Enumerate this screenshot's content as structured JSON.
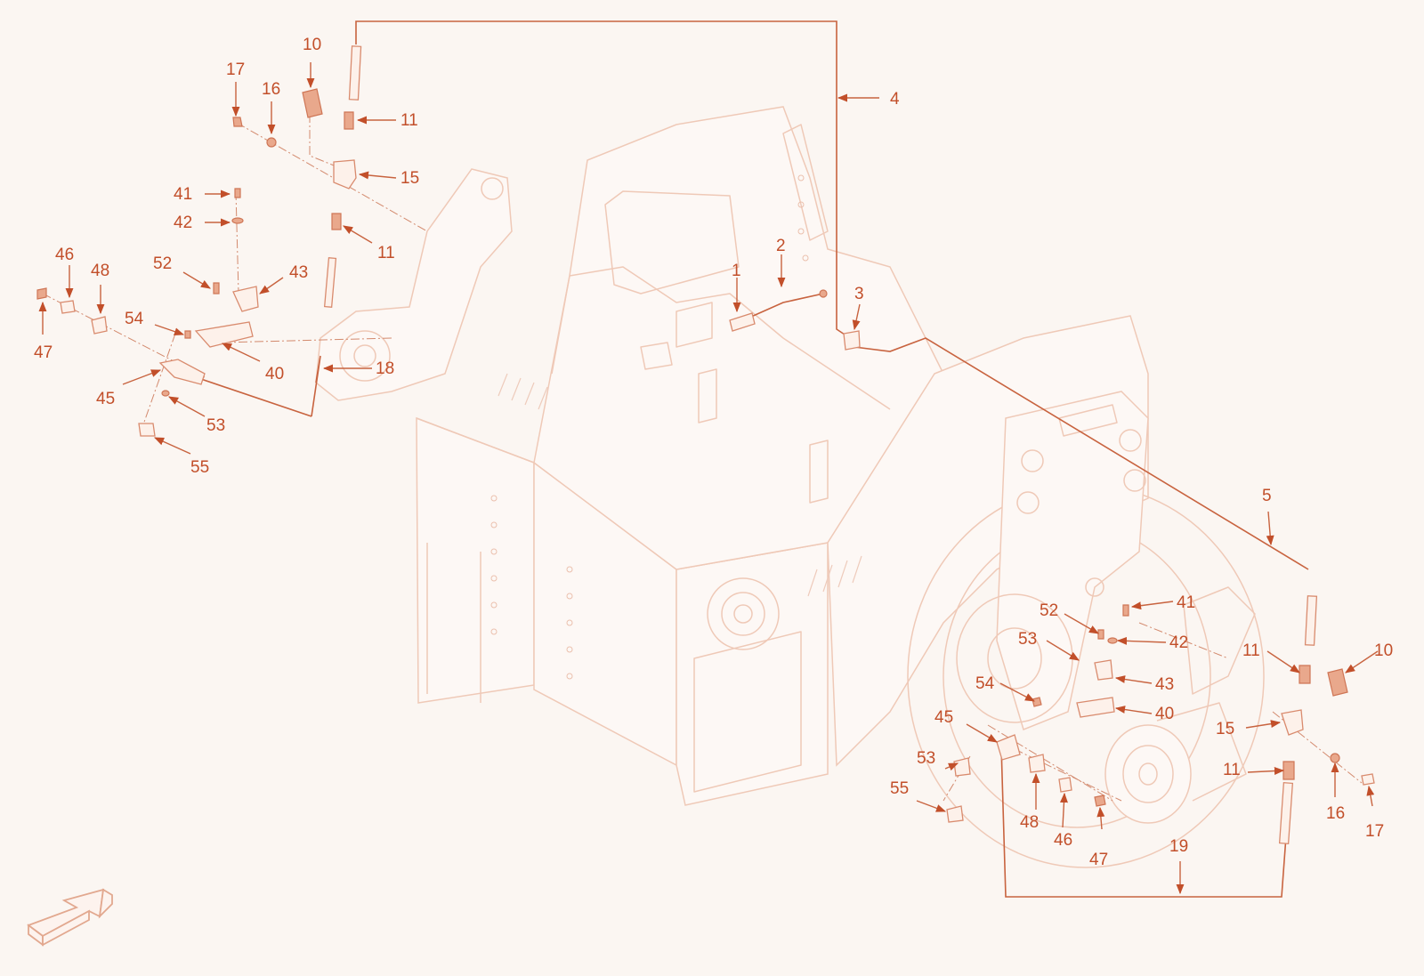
{
  "diagram": {
    "line_color": "#c8633f",
    "callout_color": "#c24f2a",
    "frame_color": "#efc9b7",
    "background": "#fbf6f2"
  },
  "callouts": {
    "c1": "1",
    "c2": "2",
    "c3": "3",
    "c4": "4",
    "c5": "5",
    "l_10": "10",
    "l_17": "17",
    "l_16": "16",
    "l_11a": "11",
    "l_15": "15",
    "l_41": "41",
    "l_42": "42",
    "l_11b": "11",
    "l_46": "46",
    "l_48": "48",
    "l_52": "52",
    "l_43": "43",
    "l_54": "54",
    "l_47": "47",
    "l_40": "40",
    "l_18": "18",
    "l_45": "45",
    "l_53": "53",
    "l_55": "55",
    "r_41": "41",
    "r_52": "52",
    "r_53": "53",
    "r_42": "42",
    "r_11a": "11",
    "r_10": "10",
    "r_43": "43",
    "r_54": "54",
    "r_40": "40",
    "r_45": "45",
    "r_15": "15",
    "r_53b": "53",
    "r_11b": "11",
    "r_55": "55",
    "r_48": "48",
    "r_46": "46",
    "r_47": "47",
    "r_16": "16",
    "r_17": "17",
    "r_19": "19"
  },
  "orientation_icon": "orientation-arrow-icon"
}
